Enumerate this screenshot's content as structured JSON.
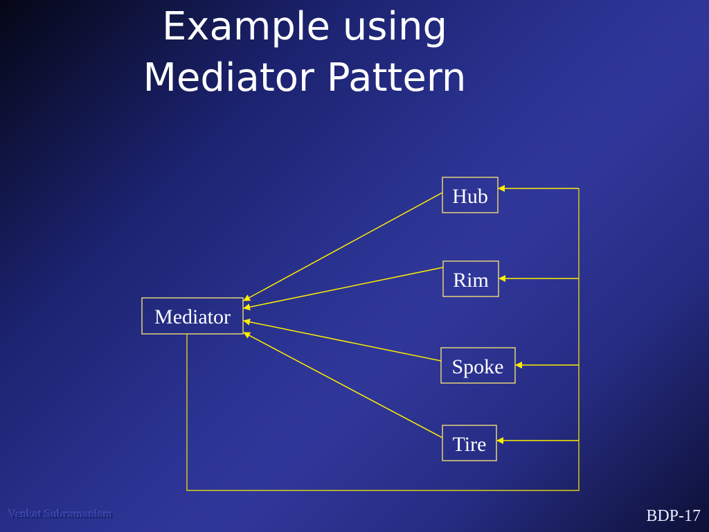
{
  "title": {
    "line1": "Example using",
    "line2": "Mediator Pattern"
  },
  "diagram": {
    "mediator": "Mediator",
    "hub": "Hub",
    "rim": "Rim",
    "spoke": "Spoke",
    "tire": "Tire"
  },
  "footer": {
    "author": "Venkat Subramaniam",
    "slide_number": "BDP-17"
  },
  "colors": {
    "line": "#ffee00",
    "box_border": "#e6d27a",
    "text": "#ffffff"
  }
}
